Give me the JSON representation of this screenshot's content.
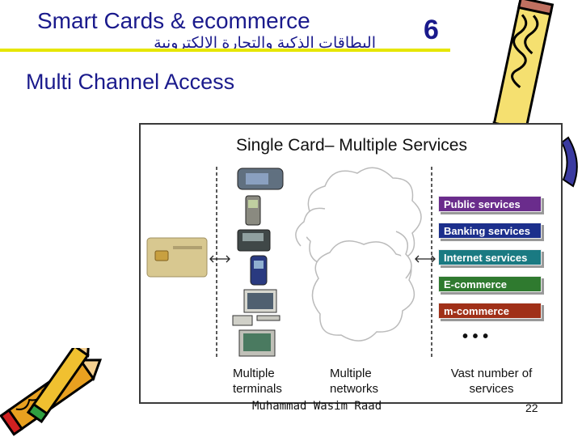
{
  "slide": {
    "title": "Smart Cards & ecommerce",
    "number": "6",
    "arabic_title": "البطاقات الذكية والتجارة الالكترونية",
    "subtitle": "Multi Channel Access"
  },
  "diagram": {
    "title": "Single Card– Multiple Services",
    "columns": {
      "terminals": "Multiple terminals",
      "networks": "Multiple networks",
      "services": "Vast number of services"
    },
    "services": [
      {
        "label": "Public services",
        "color": "#6a2c8c"
      },
      {
        "label": "Banking services",
        "color": "#1c2f8c"
      },
      {
        "label": "Internet services",
        "color": "#1a7a82"
      },
      {
        "label": "E-commerce",
        "color": "#2f7a2f"
      },
      {
        "label": "m-commerce",
        "color": "#a03018"
      }
    ],
    "ellipsis": "• • •"
  },
  "footer": {
    "author": "Muhammad Wasim Raad",
    "page": "22"
  },
  "colors": {
    "heading": "#1a1a8c",
    "rule": "#e6e600"
  }
}
